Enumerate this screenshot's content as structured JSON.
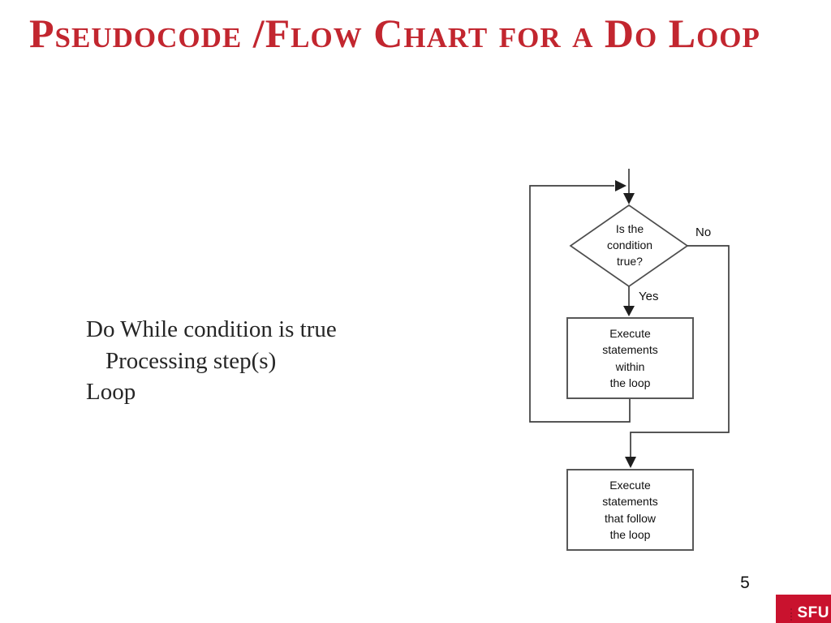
{
  "slide": {
    "title": "Pseudocode /Flow Chart for a Do Loop",
    "page_number": "5"
  },
  "pseudocode": {
    "line1": "Do While condition is true",
    "line2": "Processing step(s)",
    "line3": "Loop"
  },
  "flowchart": {
    "decision_label": "Is the\ncondition\ntrue?",
    "no_label": "No",
    "yes_label": "Yes",
    "loop_body_label": "Execute\nstatements\nwithin\nthe loop",
    "after_loop_label": "Execute\nstatements\nthat follow\nthe loop"
  },
  "footer": {
    "logo_text": "SFU"
  },
  "colors": {
    "title_red": "#C2262F",
    "badge_red": "#C9122E",
    "connector_gray": "#3E3E3E",
    "box_border_gray": "#585858"
  }
}
